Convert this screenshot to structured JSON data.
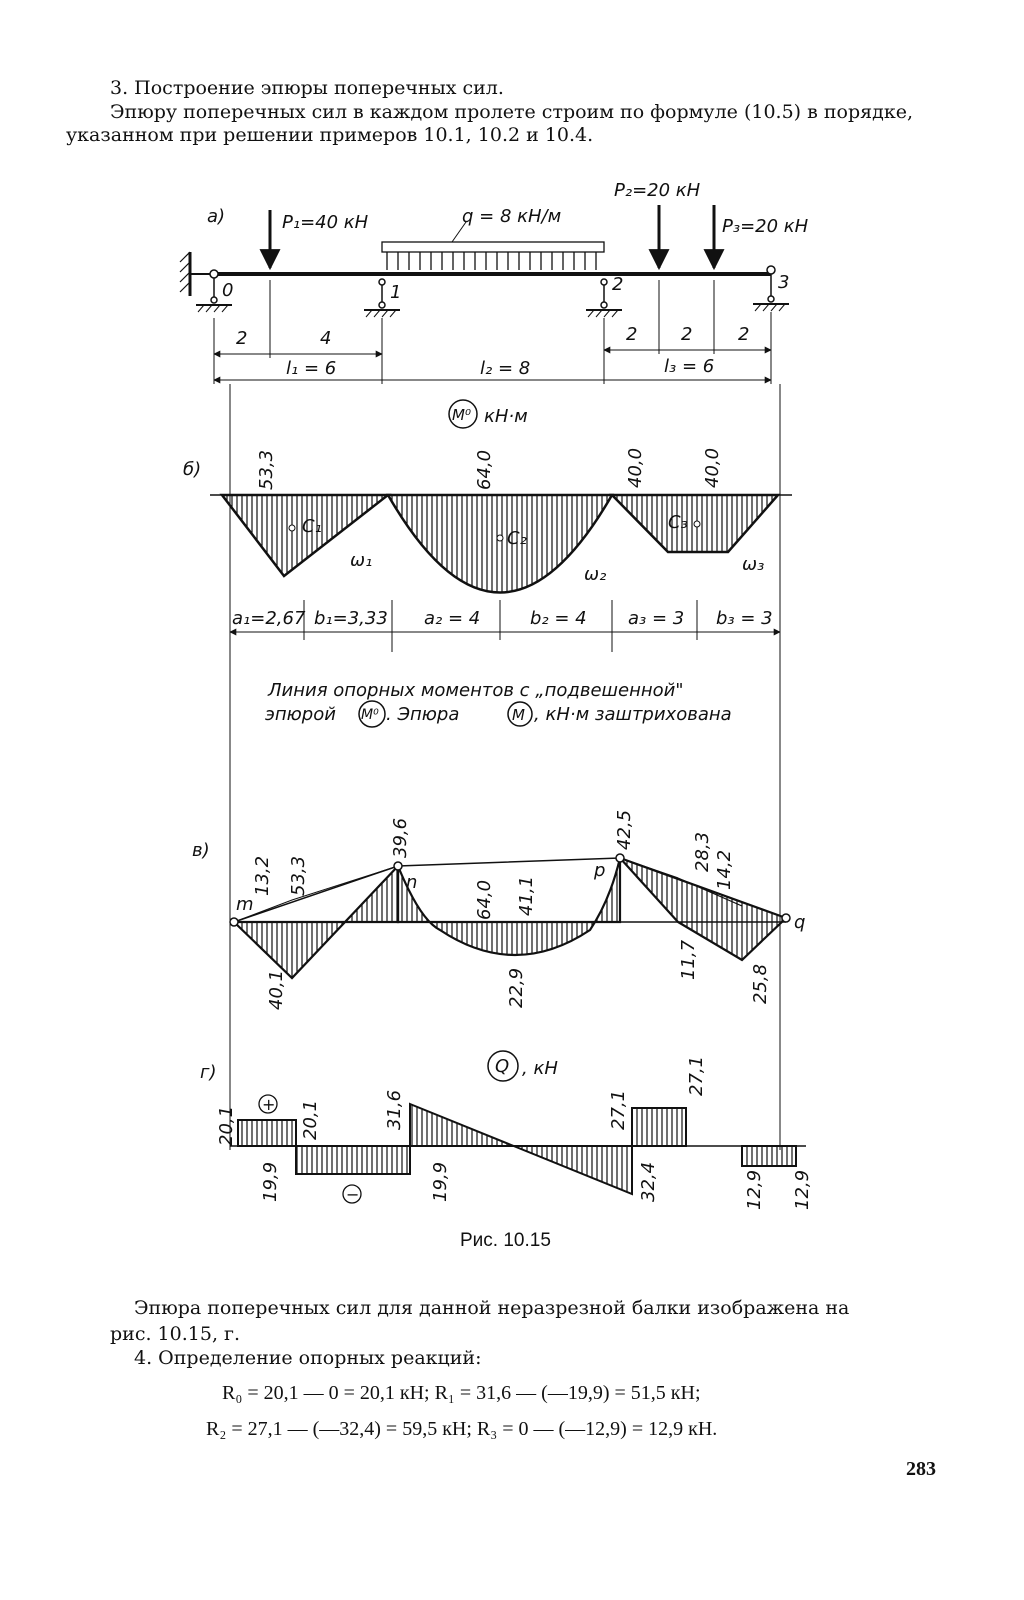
{
  "text": {
    "heading": "3. Построение эпюры поперечных сил.",
    "para1_line1": "Эпюру поперечных сил в каждом пролете строим по формуле (10.5) в порядке,",
    "para1_line2": "указанном при решении примеров 10.1, 10.2 и 10.4.",
    "caption": "Рис. 10.15",
    "para2_line1": "Эпюра поперечных сил для данной неразрезной балки изображена на",
    "para2_line2": "рис. 10.15, г.",
    "heading4": "4. Определение опорных реакций:",
    "formula1": "R₀ = 20,1 — 0 = 20,1 кН;   R₁ = 31,6 — (—19,9) = 51,5 кН;",
    "formula2": "R₂ = 27,1 — (—32,4) = 59,5 кН;   R₃ = 0 — (—12,9) = 12,9 кН.",
    "page_number": "283"
  },
  "figure": {
    "a": {
      "label": "а)",
      "P1": "P₁=40 кН",
      "P2": "P₂=20 кН",
      "P3": "P₃=20 кН",
      "q": "q = 8 кН/м",
      "supports": [
        "0",
        "1",
        "2",
        "3"
      ],
      "dims_top": [
        "2",
        "4",
        "2",
        "2",
        "2"
      ],
      "spans": [
        "l₁ = 6",
        "l₂ = 8",
        "l₃ = 6"
      ]
    },
    "b": {
      "label": "б)",
      "unit_symbol": "M⁰",
      "unit": "кН·м",
      "values": [
        "53,3",
        "64,0",
        "40,0",
        "40,0"
      ],
      "centroids": [
        "C₁",
        "C₂",
        "C₃"
      ],
      "areas": [
        "ω₁",
        "ω₂",
        "ω₃"
      ],
      "dims": [
        "a₁=2,67",
        "b₁=3,33",
        "a₂ = 4",
        "b₂ = 4",
        "a₃ = 3",
        "b₃ = 3"
      ],
      "note_line1": "Линия опорных моментов с „подвешенной\"",
      "note_line2_a": "эпюрой",
      "note_symbol1": "M⁰",
      "note_line2_b": ". Эпюра",
      "note_symbol2": "M",
      "note_line2_c": ", кН·м заштрихована"
    },
    "v": {
      "label": "в)",
      "points": [
        "m",
        "n",
        "p",
        "q"
      ],
      "values_top": [
        "13,2",
        "53,3",
        "39,6",
        "64,0",
        "41,1",
        "42,5",
        "28,3",
        "14,2"
      ],
      "values_bottom": [
        "40,1",
        "22,9",
        "11,7",
        "25,8"
      ]
    },
    "g": {
      "label": "г)",
      "unit_symbol": "Q",
      "unit": ", кН",
      "plus": "+",
      "minus": "−",
      "values_top": [
        "20,1",
        "20,1",
        "31,6",
        "27,1",
        "27,1"
      ],
      "values_bottom": [
        "19,9",
        "19,9",
        "32,4",
        "12,9",
        "12,9"
      ]
    }
  }
}
